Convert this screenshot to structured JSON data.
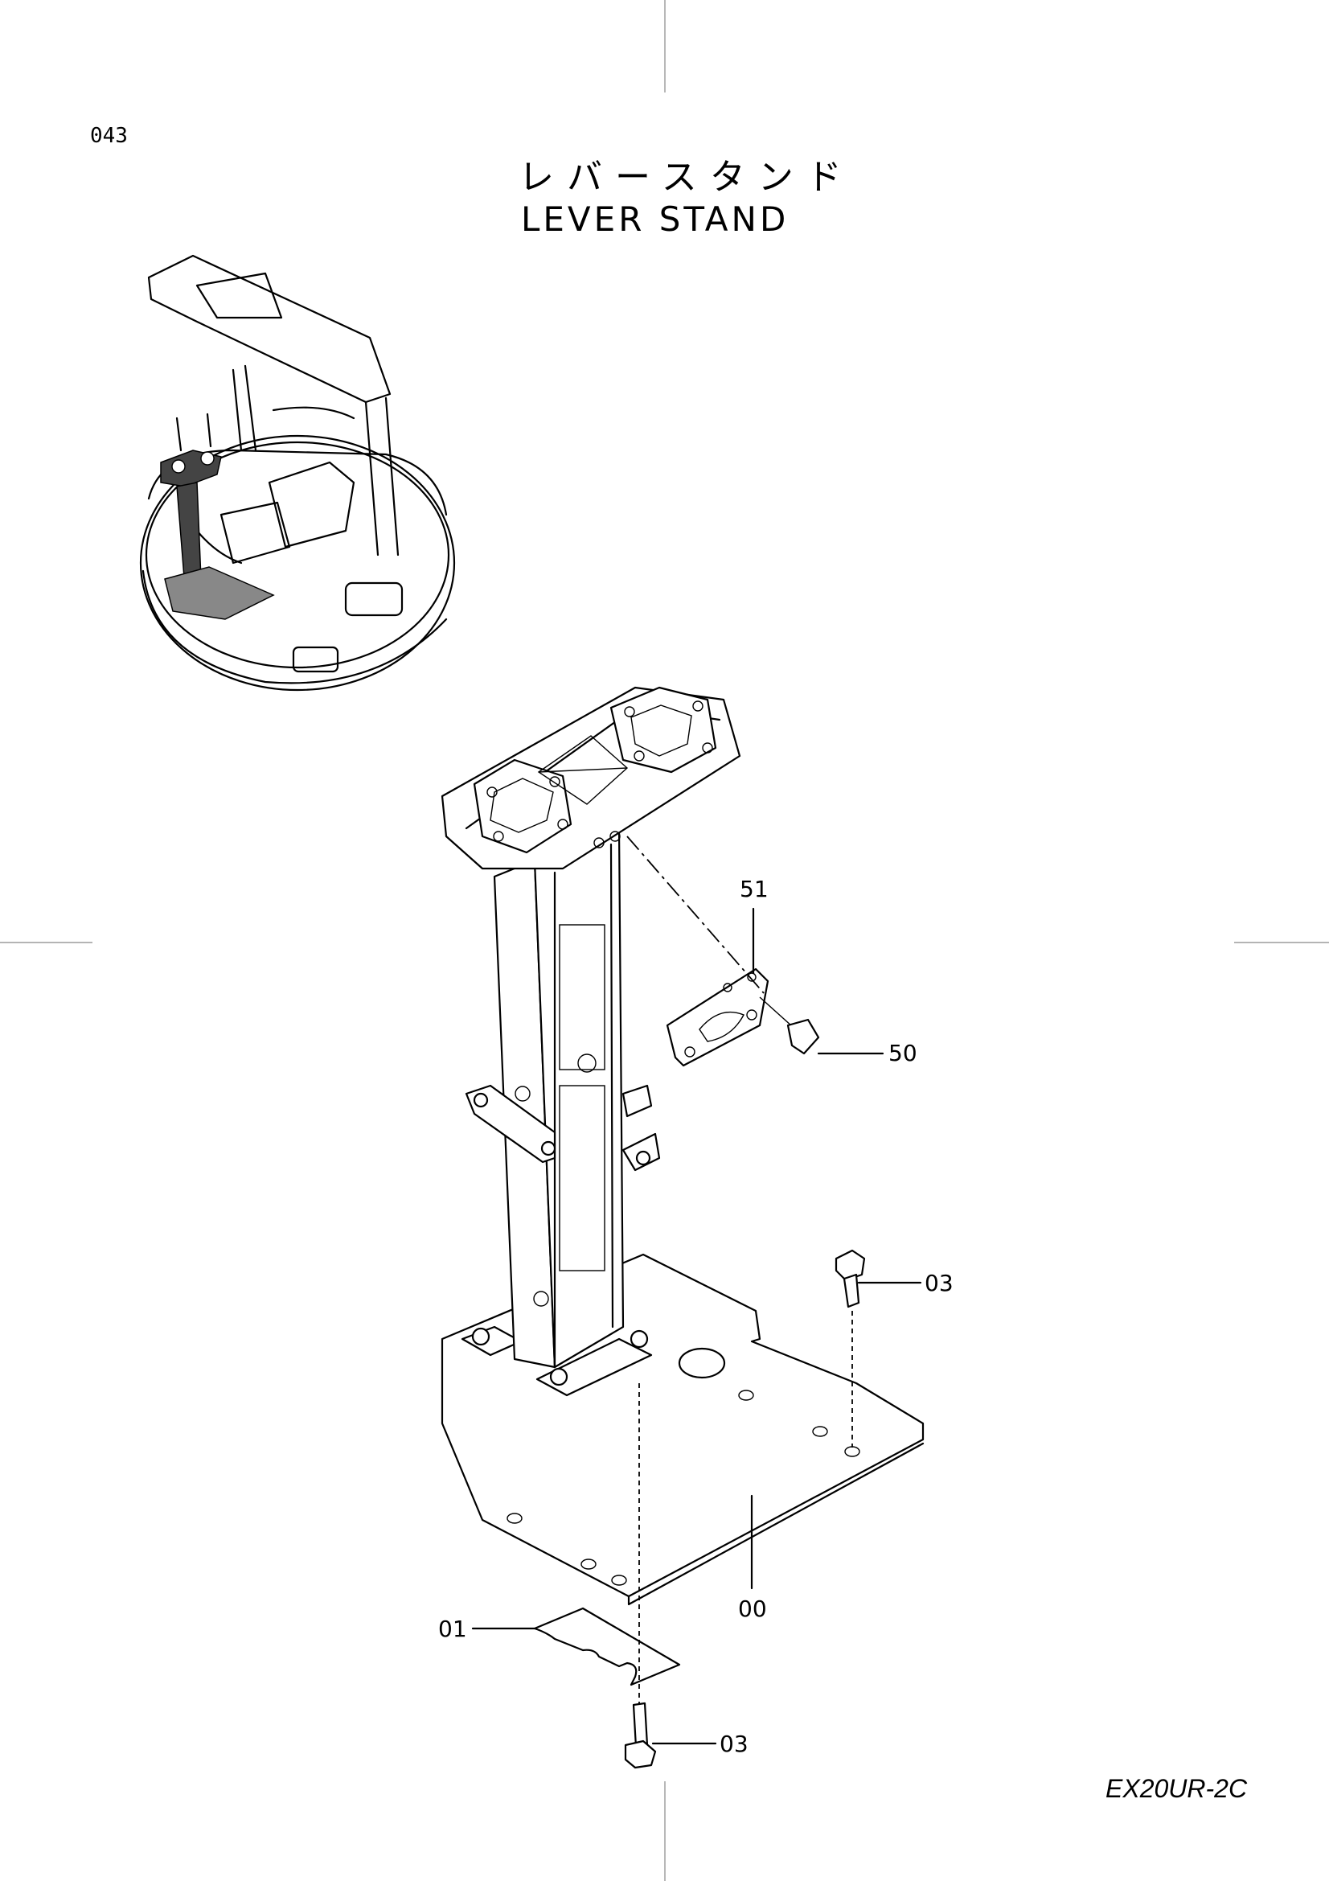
{
  "page_number": "043",
  "title_jp": "レバースタンド",
  "title_en": "LEVER STAND",
  "model": "EX20UR-2C",
  "parts": [
    {
      "id": "51",
      "name": "bracket"
    },
    {
      "id": "50",
      "name": "bolt"
    },
    {
      "id": "03",
      "name": "bolt"
    },
    {
      "id": "00",
      "name": "lever stand"
    },
    {
      "id": "01",
      "name": "plate"
    },
    {
      "id": "03",
      "name": "bolt"
    }
  ]
}
